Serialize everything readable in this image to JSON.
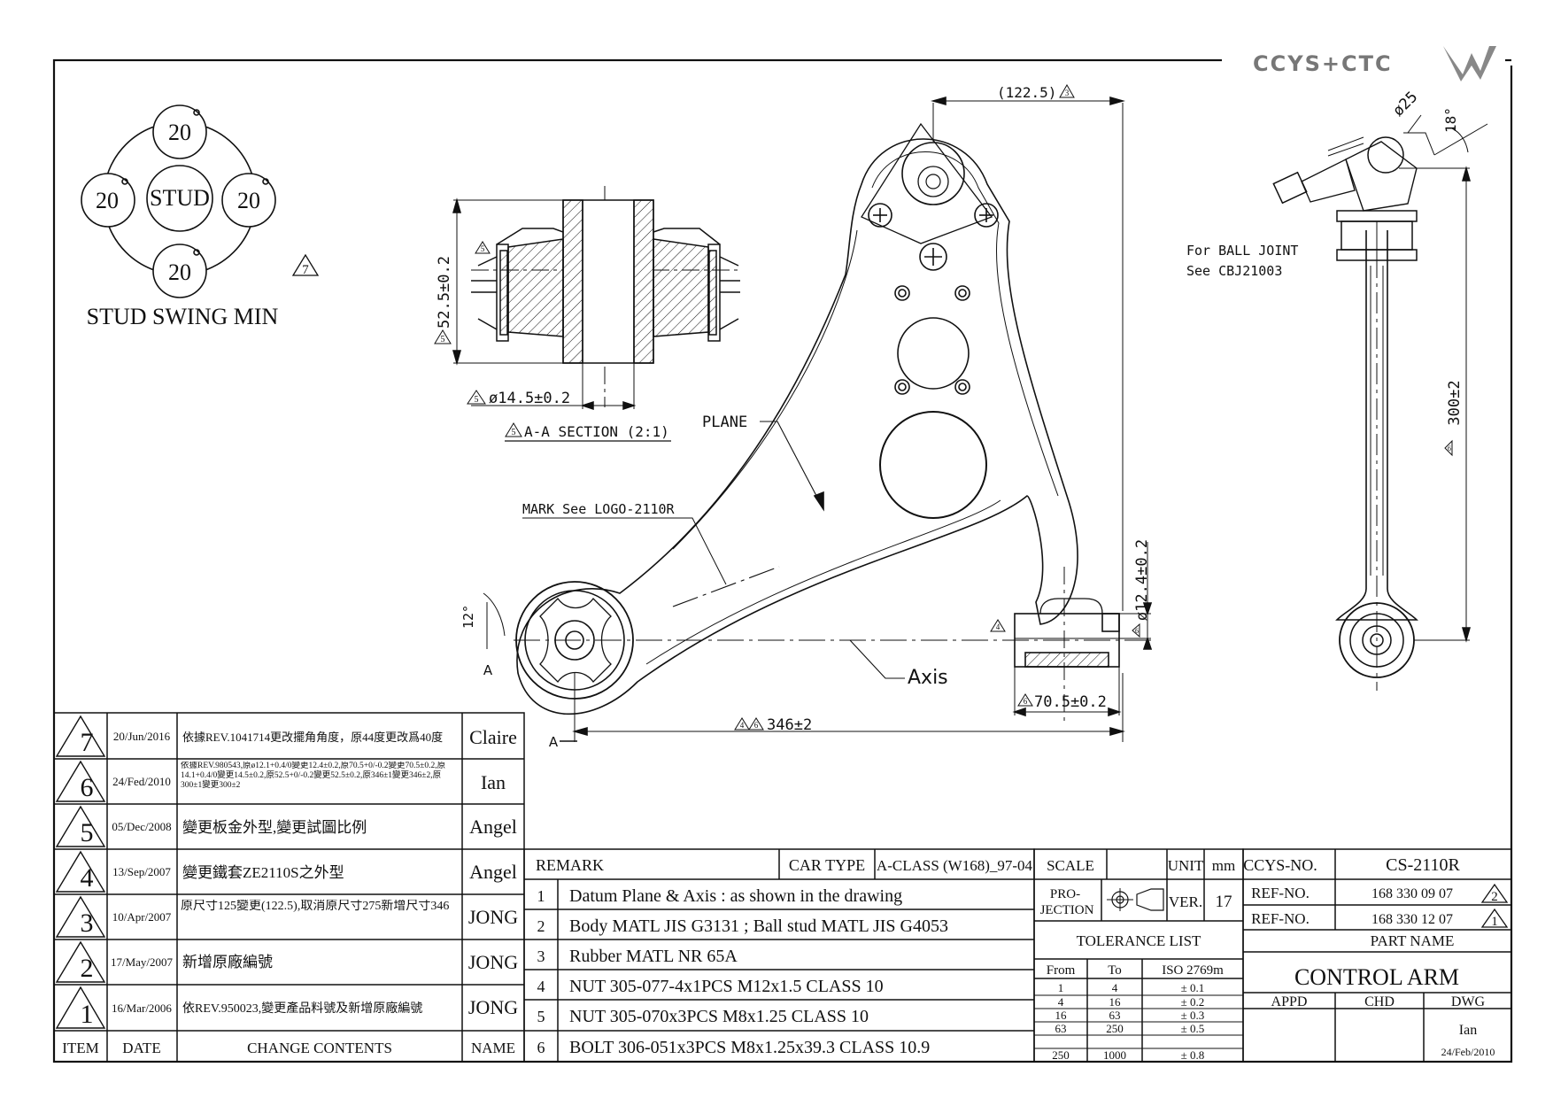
{
  "brand": {
    "text": "CCYS+CTC"
  },
  "stud_swing": {
    "title": "STUD SWING MIN",
    "center_label": "STUD",
    "top_value": "20",
    "left_value": "20",
    "right_value": "20",
    "bottom_value": "20",
    "unit_symbol": "°",
    "revision_marker": "7"
  },
  "section": {
    "title": "A-A SECTION (2:1)",
    "height_dim": "52.5±0.2",
    "bore_dim": "ø14.5±0.2",
    "height_marker": "5",
    "bore_marker": "5",
    "title_marker": "5",
    "corner_marker": "5"
  },
  "main_view": {
    "top_dim": "(122.5)",
    "top_dim_marker": "3",
    "plane_label": "PLANE",
    "mark_label": "MARK See LOGO-2110R",
    "axis_label": "Axis",
    "angle_label": "12°",
    "section_letter": "A",
    "length_dim": "346±2",
    "length_markers": [
      "4",
      "6"
    ],
    "bushing_dia": "ø12.4±0.2",
    "bushing_dia_marker": "6",
    "bushing_len": "70.5±0.2",
    "bushing_len_marker": "6",
    "bushing_marker": "4"
  },
  "side_view": {
    "ball_dia": "ø25",
    "angle": "18°",
    "length_dim": "300±2",
    "length_marker": "6",
    "note_line1": "For BALL JOINT",
    "note_line2": "See CBJ21003"
  },
  "revisions": {
    "headers": {
      "item": "ITEM",
      "date": "DATE",
      "contents": "CHANGE CONTENTS",
      "name": "NAME"
    },
    "rows": [
      {
        "item": "7",
        "date": "20/Jun/2016",
        "contents": "依據REV.1041714更改擺角角度，原44度更改爲40度",
        "name": "Claire"
      },
      {
        "item": "6",
        "date": "24/Fed/2010",
        "contents": "依據REV.980543,原ø12.1+0.4/0變更12.4±0.2,原70.5+0/-0.2變更70.5±0.2,原14.1+0.4/0變更14.5±0.2,原52.5+0/-0.2變更52.5±0.2,原346±1變更346±2,原300±1變更300±2",
        "name": "Ian"
      },
      {
        "item": "5",
        "date": "05/Dec/2008",
        "contents": "變更板金外型,變更試圖比例",
        "name": "Angel"
      },
      {
        "item": "4",
        "date": "13/Sep/2007",
        "contents": "變更鐵套ZE2110S之外型",
        "name": "Angel"
      },
      {
        "item": "3",
        "date": "10/Apr/2007",
        "contents": "原尺寸125變更(122.5),取消原尺寸275新增尺寸346",
        "name": "JONG"
      },
      {
        "item": "2",
        "date": "17/May/2007",
        "contents": "新增原廠編號",
        "name": "JONG"
      },
      {
        "item": "1",
        "date": "16/Mar/2006",
        "contents": "依REV.950023,變更產品料號及新增原廠編號",
        "name": "JONG"
      }
    ]
  },
  "remarks": {
    "header": "REMARK",
    "car_type_label": "CAR TYPE",
    "car_type_value": "A-CLASS (W168)_97-04",
    "items": [
      {
        "n": "1",
        "text": "Datum Plane & Axis : as shown in the drawing"
      },
      {
        "n": "2",
        "text": "Body MATL JIS G3131 ; Ball stud MATL JIS G4053"
      },
      {
        "n": "3",
        "text": "Rubber MATL NR 65A"
      },
      {
        "n": "4",
        "text": "NUT 305-077-4x1PCS M12x1.5 CLASS 10"
      },
      {
        "n": "5",
        "text": "NUT 305-070x3PCS M8x1.25 CLASS 10"
      },
      {
        "n": "6",
        "text": "BOLT 306-051x3PCS M8x1.25x39.3 CLASS 10.9"
      }
    ]
  },
  "title_block": {
    "scale_label": "SCALE",
    "unit_label": "UNIT",
    "unit_value": "mm",
    "projection_label1": "PRO-",
    "projection_label2": "JECTION",
    "ver_label": "VER.",
    "ver_value": "17",
    "tolerance_title": "TOLERANCE LIST",
    "tolerance_headers": [
      "From",
      "To",
      "ISO 2769m"
    ],
    "tolerance_rows": [
      [
        "1",
        "4",
        "± 0.1"
      ],
      [
        "4",
        "16",
        "± 0.2"
      ],
      [
        "16",
        "63",
        "± 0.3"
      ],
      [
        "63",
        "250",
        "± 0.5"
      ],
      [
        "250",
        "1000",
        "± 0.8"
      ]
    ],
    "ccys_label": "CCYS-NO.",
    "ccys_value": "CS-2110R",
    "ref1_label": "REF-NO.",
    "ref1_value": "168 330 09 07",
    "ref1_marker": "2",
    "ref2_label": "REF-NO.",
    "ref2_value": "168 330 12 07",
    "ref2_marker": "1",
    "part_name_label": "PART NAME",
    "part_name": "CONTROL ARM",
    "appd_label": "APPD",
    "chd_label": "CHD",
    "dwg_label": "DWG",
    "dwg_name": "Ian",
    "dwg_date": "24/Feb/2010"
  }
}
